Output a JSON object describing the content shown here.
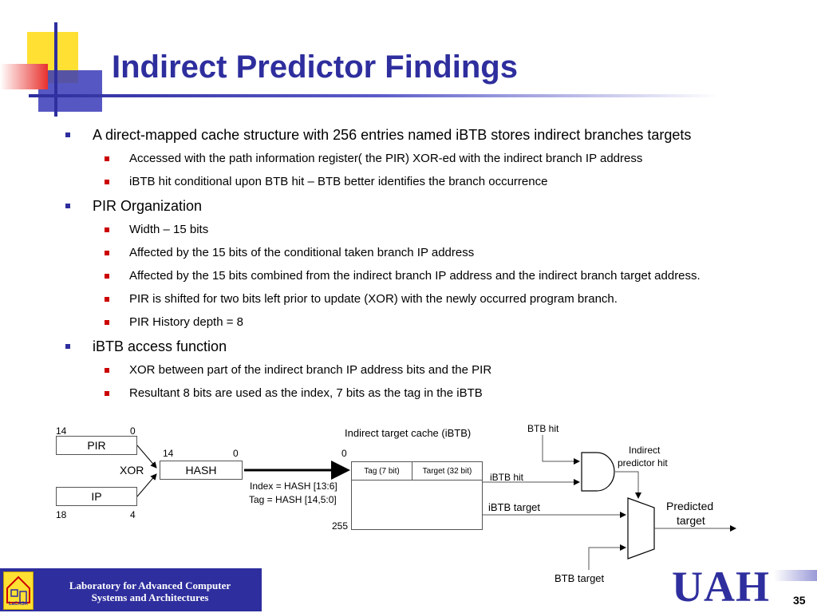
{
  "slide": {
    "title": "Indirect Predictor Findings",
    "page_number": "35"
  },
  "bullets": [
    {
      "level": 1,
      "text": "A direct-mapped cache structure with 256 entries named iBTB stores indirect branches targets"
    },
    {
      "level": 2,
      "text": "Accessed with the path information register( the PIR) XOR-ed  with the indirect branch IP address"
    },
    {
      "level": 2,
      "text": "iBTB hit conditional upon BTB hit – BTB better identifies the branch occurrence"
    },
    {
      "level": 1,
      "text": "PIR Organization"
    },
    {
      "level": 2,
      "text": "Width – 15 bits"
    },
    {
      "level": 2,
      "text": "Affected by the 15 bits of the conditional taken branch IP address"
    },
    {
      "level": 2,
      "text": "Affected by the 15 bits combined from the indirect branch IP address and the indirect branch target address."
    },
    {
      "level": 2,
      "text": "PIR is shifted for two bits left prior to update (XOR) with the newly occurred program branch."
    },
    {
      "level": 2,
      "text": "PIR History depth = 8"
    },
    {
      "level": 1,
      "text": "iBTB access function"
    },
    {
      "level": 2,
      "text": "XOR between part of the indirect branch IP address bits and the PIR"
    },
    {
      "level": 2,
      "text": "Resultant 8 bits are used as the index, 7 bits as the tag in the iBTB"
    }
  ],
  "diagram": {
    "pir_label": "PIR",
    "pir_hi": "14",
    "pir_lo": "0",
    "ip_label": "IP",
    "ip_hi": "18",
    "ip_lo": "4",
    "xor_label": "XOR",
    "hash_label": "HASH",
    "hash_hi": "14",
    "hash_lo": "0",
    "cache_title": "Indirect target cache (iBTB)",
    "cache_first_index": "0",
    "cache_last_index": "255",
    "tag_field": "Tag (7 bit)",
    "target_field": "Target (32 bit)",
    "index_eq": "Index = HASH [13:6]",
    "tag_eq": "Tag = HASH [14,5:0]",
    "btb_hit": "BTB hit",
    "ibtb_hit": "iBTB hit",
    "indirect_predictor_hit_line1": "Indirect",
    "indirect_predictor_hit_line2": "predictor hit",
    "ibtb_target": "iBTB target",
    "predicted_line1": "Predicted",
    "predicted_line2": "target",
    "btb_target": "BTB target"
  },
  "footer": {
    "lab_line1": "Laboratory for Advanced Computer",
    "lab_line2": "Systems and Architectures",
    "logo_text": "LaCASA",
    "university": "UAH"
  },
  "colors": {
    "title_blue": "#2e2e9e",
    "bullet_red": "#cc0000",
    "deco_yellow": "#ffe033",
    "deco_red": "#e8322e"
  }
}
